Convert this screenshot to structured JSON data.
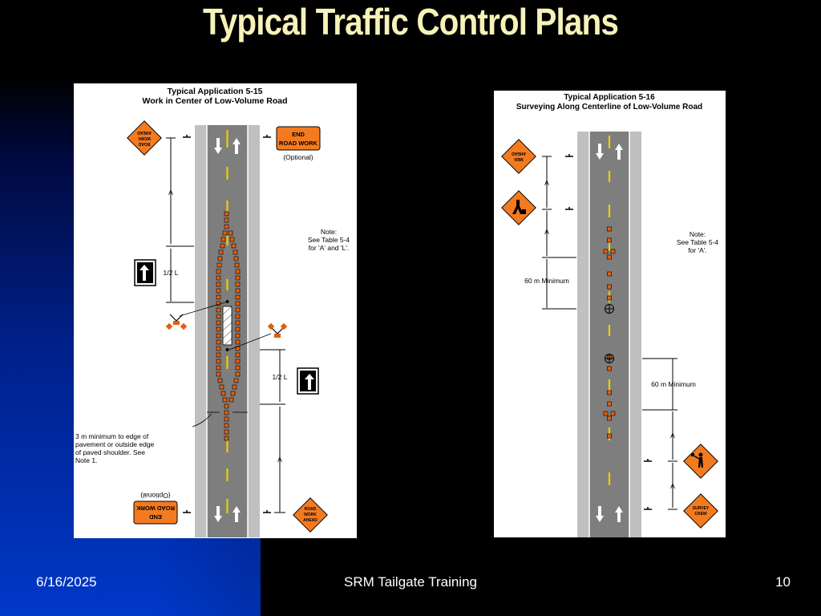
{
  "slide": {
    "title": "Typical Traffic Control Plans",
    "footer_date": "6/16/2025",
    "footer_center": "SRM Tailgate Training",
    "page_number": "10"
  },
  "diagram_left": {
    "title_line1": "Typical Application 5-15",
    "title_line2": "Work in Center of Low-Volume Road",
    "sign_end_line1": "END",
    "sign_end_line2": "ROAD WORK",
    "optional": "(Optional)",
    "sign_road_work_line1": "ROAD",
    "sign_road_work_line2": "WORK",
    "sign_road_work_line3": "AHEAD",
    "label_a": "A",
    "label_half_l": "1/2 L",
    "note_line1": "Note:",
    "note_line2": "See Table 5-4",
    "note_line3": "for 'A' and 'L'.",
    "caption_line1": "3 m minimum to edge of",
    "caption_line2": "pavement or outside edge",
    "caption_line3": "of paved shoulder.  See",
    "caption_line4": "Note 1."
  },
  "diagram_right": {
    "title_line1": "Typical Application 5-16",
    "title_line2": "Surveying Along Centerline of Low-Volume Road",
    "sign_men_line1": "MEN",
    "sign_men_line2": "AHEAD",
    "sign_survey_line1": "SURVEY",
    "sign_survey_line2": "CREW",
    "label_a": "A",
    "label_60m": "60 m Minimum",
    "note_line1": "Note:",
    "note_line2": "See Table 5-4",
    "note_line3": "for 'A'."
  },
  "colors": {
    "title": "#f6f2b8",
    "sign_orange": "#f47a20",
    "road_gray": "#c0c0c0",
    "road_dark": "#808080",
    "centerline_yellow": "#e8d000",
    "cone_orange": "#e06010"
  }
}
